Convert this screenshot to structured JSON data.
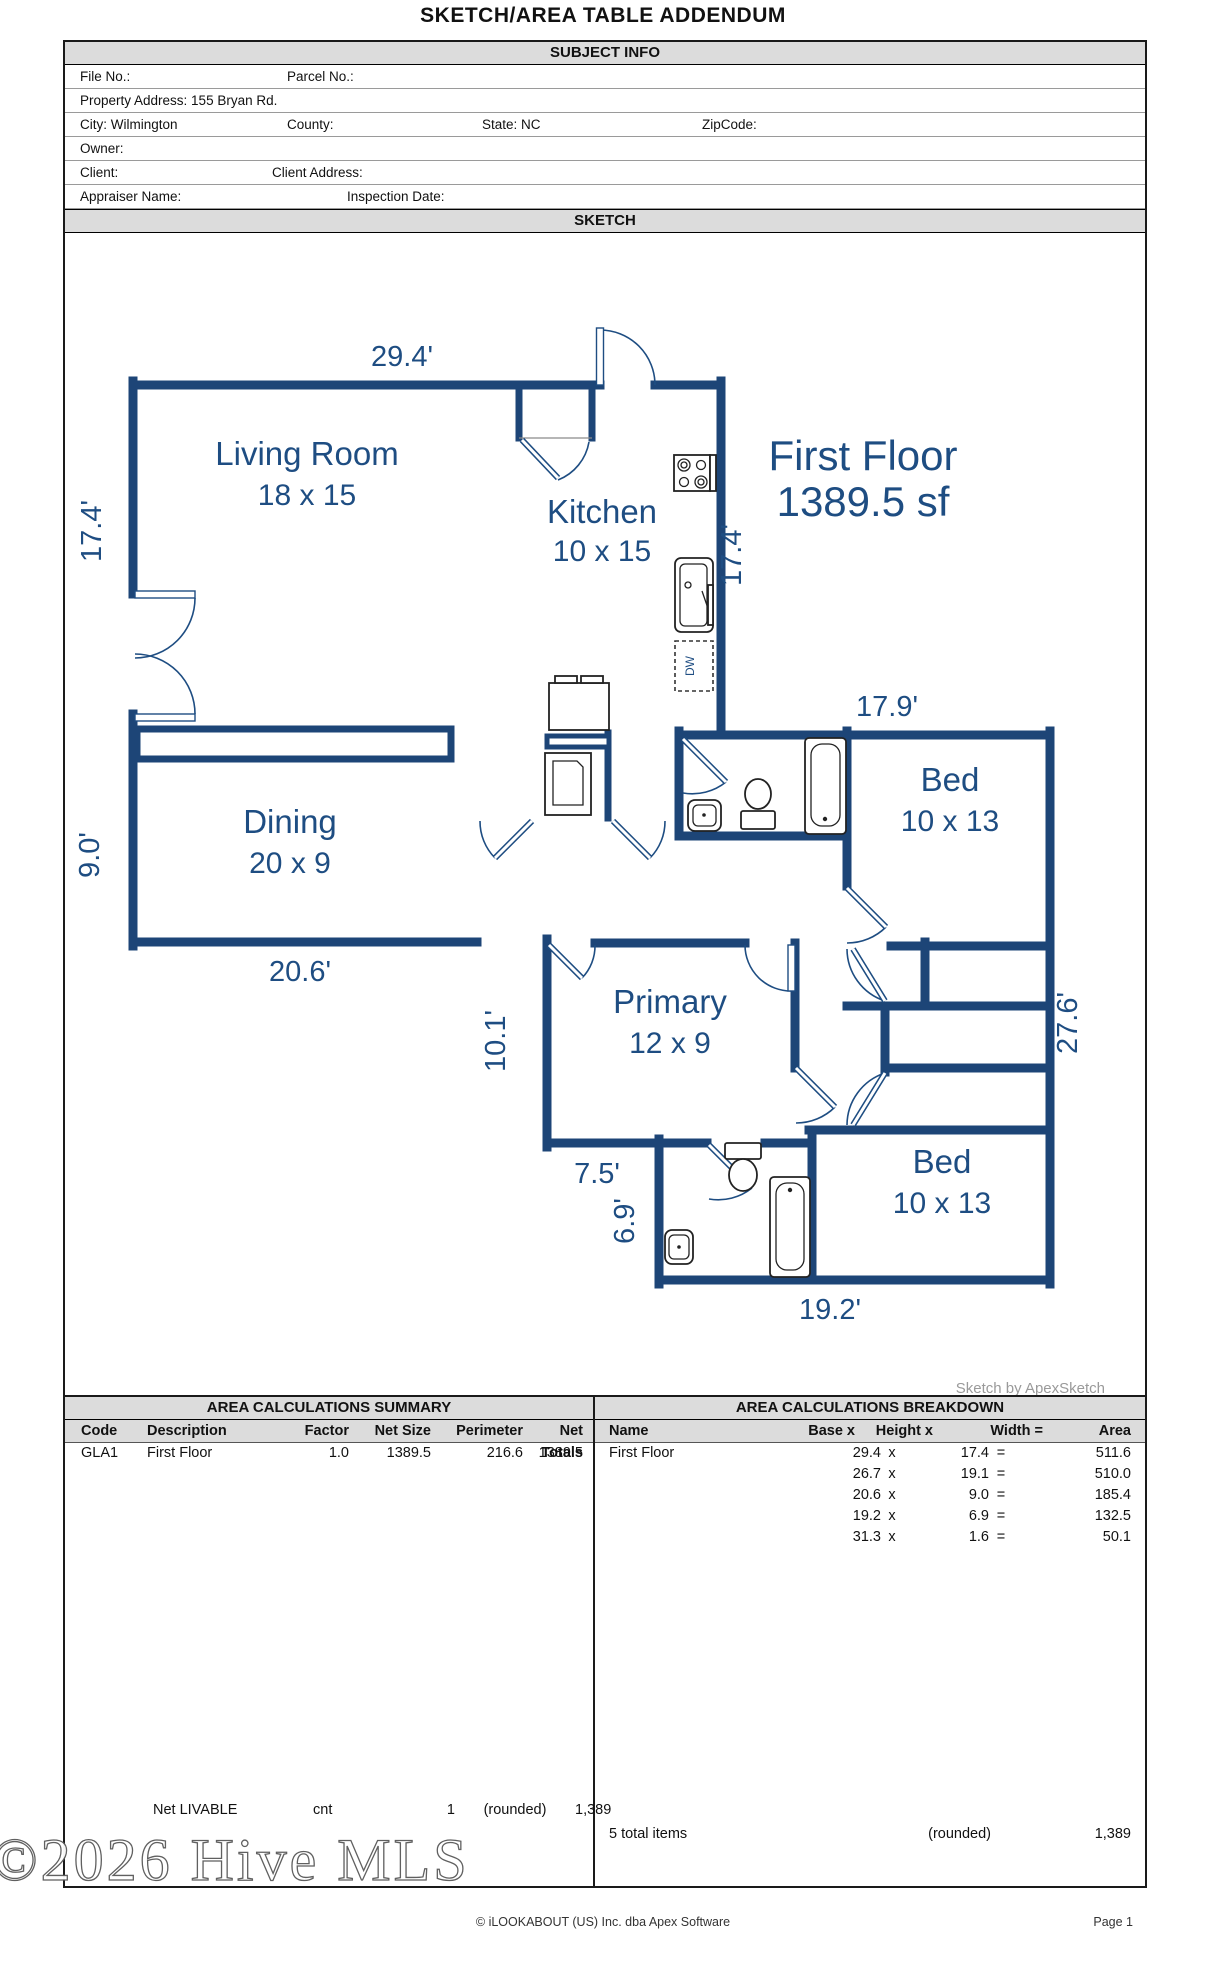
{
  "colors": {
    "wall": "#1d4577",
    "label_blue": "#1e4d82",
    "band_bg": "#dcdcdc",
    "credit_gray": "#9a9a9a"
  },
  "page": {
    "title": "SKETCH/AREA TABLE ADDENDUM",
    "footer_center": "© iLOOKABOUT (US) Inc. dba Apex Software",
    "footer_right": "Page 1",
    "watermark": "©2026 Hive MLS"
  },
  "subject": {
    "band": "SUBJECT INFO",
    "file_no": "File No.:",
    "parcel_no": "Parcel No.:",
    "property_address": "Property Address: 155 Bryan Rd.",
    "city": "City: Wilmington",
    "county": "County:",
    "state": "State: NC",
    "zipcode": "ZipCode:",
    "owner": "Owner:",
    "client": "Client:",
    "client_address": "Client Address:",
    "appraiser": "Appraiser Name:",
    "inspection": "Inspection Date:"
  },
  "sketch": {
    "band": "SKETCH",
    "credit": "Sketch by ApexSketch",
    "floor_title": "First Floor",
    "floor_area": "1389.5 sf",
    "rooms": {
      "living": "Living Room",
      "living_dim": "18 x 15",
      "kitchen": "Kitchen",
      "kitchen_dim": "10 x 15",
      "dining": "Dining",
      "dining_dim": "20 x 9",
      "primary": "Primary",
      "primary_dim": "12 x 9",
      "bed1": "Bed",
      "bed1_dim": "10 x 13",
      "bed2": "Bed",
      "bed2_dim": "10 x 13",
      "dw": "DW"
    },
    "dims": {
      "top": "29.4'",
      "left_upper": "17.4'",
      "kitchen_right": "17.4'",
      "bed1_top": "17.9'",
      "right_side": "27.6'",
      "dining_left": "9.0'",
      "dining_bottom": "20.6'",
      "hall": "10.1'",
      "primary_bottom": "7.5'",
      "bath2_left": "6.9'",
      "bottom": "19.2'"
    }
  },
  "summary": {
    "band": "AREA CALCULATIONS SUMMARY",
    "h": [
      "Code",
      "Description",
      "Factor",
      "Net Size",
      "Perimeter",
      "Net Totals"
    ],
    "row": [
      "GLA1",
      "First Floor",
      "1.0",
      "1389.5",
      "216.6",
      "1389.5"
    ],
    "footer": [
      "Net LIVABLE",
      "cnt",
      "1",
      "(rounded)",
      "1,389"
    ]
  },
  "breakdown": {
    "band": "AREA CALCULATIONS BREAKDOWN",
    "h": [
      "Name",
      "Base x",
      "Height x",
      "Width =",
      "Area"
    ],
    "sep_x": "x",
    "sep_eq": "=",
    "rows": [
      {
        "name": "First Floor",
        "height": "29.4",
        "width": "17.4",
        "area": "511.6"
      },
      {
        "name": "",
        "height": "26.7",
        "width": "19.1",
        "area": "510.0"
      },
      {
        "name": "",
        "height": "20.6",
        "width": "9.0",
        "area": "185.4"
      },
      {
        "name": "",
        "height": "19.2",
        "width": "6.9",
        "area": "132.5"
      },
      {
        "name": "",
        "height": "31.3",
        "width": "1.6",
        "area": "50.1"
      }
    ],
    "footer": [
      "5 total items",
      "(rounded)",
      "1,389"
    ]
  }
}
